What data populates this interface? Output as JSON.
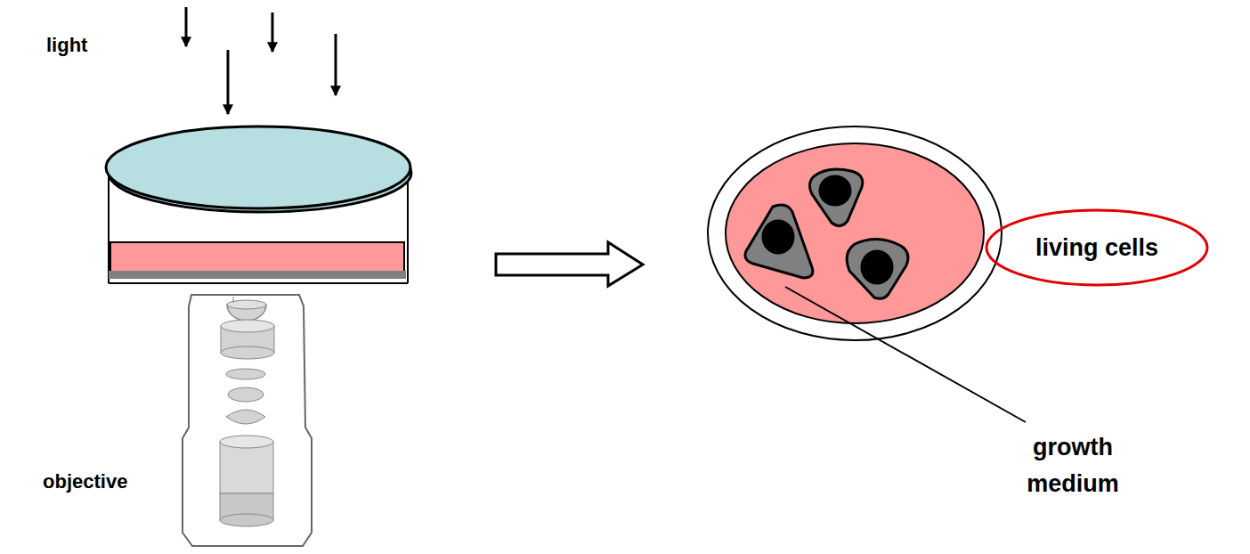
{
  "diagram": {
    "nodes": [
      {
        "text": [
          "living cells"
        ]
      }
    ],
    "labels": [
      "light",
      "objective",
      "growth medium"
    ]
  }
}
